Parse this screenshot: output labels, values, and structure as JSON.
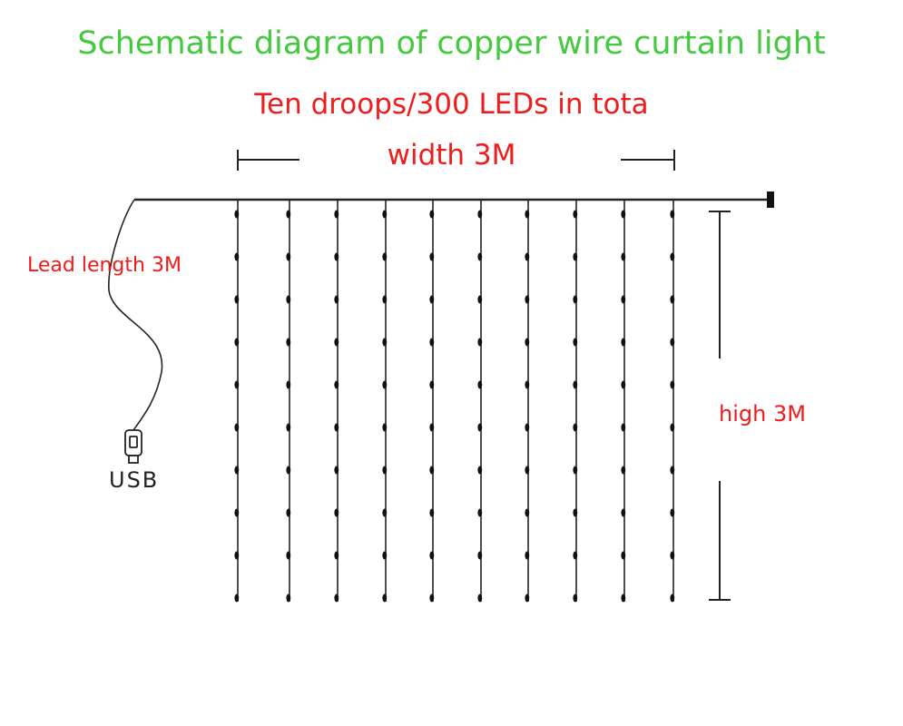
{
  "title": "Schematic diagram of copper wire curtain light",
  "subtitle": "Ten droops/300 LEDs in tota",
  "width_label": "width 3M",
  "lead_label": "Lead length 3M",
  "height_label": "high 3M",
  "usb_label": "USB",
  "colors": {
    "title": "#44c93f",
    "annotation": "#ee1c1c",
    "wire": "#222222"
  },
  "icons": [
    "usb-plug-icon",
    "end-cap-icon"
  ],
  "droop_count": 10,
  "leds_per_droop_drawn": 10
}
